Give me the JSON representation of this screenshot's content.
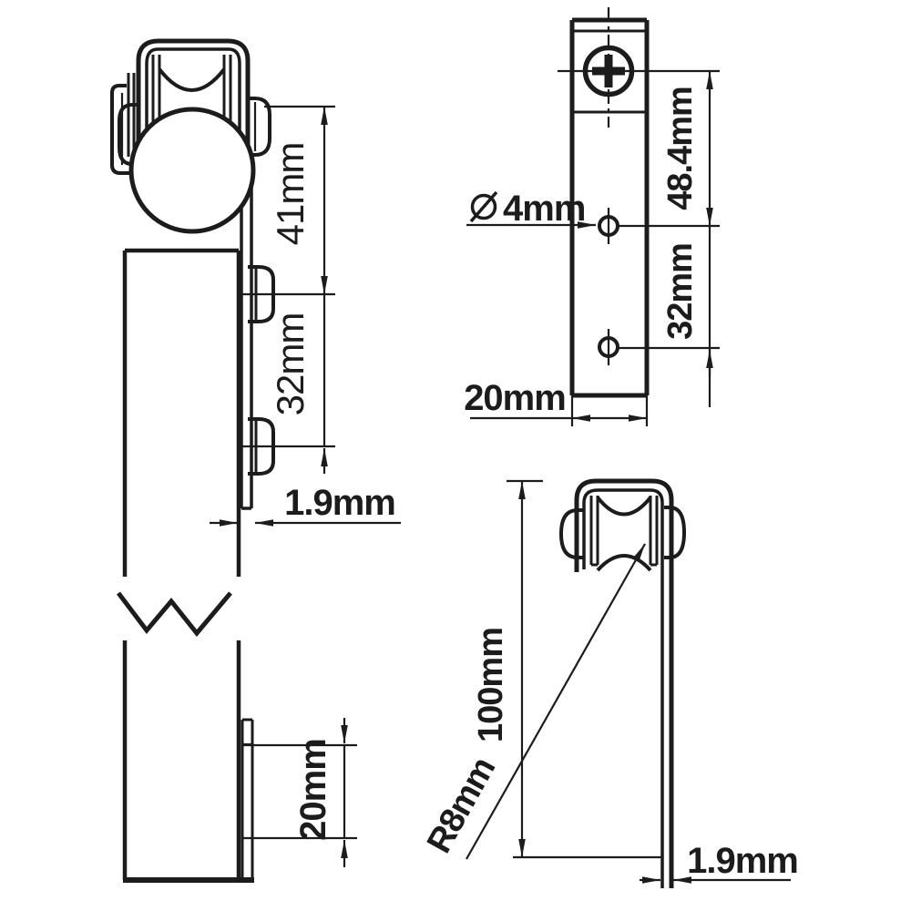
{
  "canvas": {
    "background": "#ffffff",
    "line_color": "#1c1c1c",
    "stripe_color": "#8BA8D8"
  },
  "views": {
    "side_full": {
      "dims": {
        "roller_height": "41mm",
        "bolt_spacing": "32mm",
        "strap_thickness": "1.9mm",
        "plate_length": "20mm"
      }
    },
    "front": {
      "dims": {
        "screw_to_hole": "48.4mm",
        "hole_spacing": "32mm",
        "hole_diameter": "4mm",
        "hole_diameter_symbol": "⌀",
        "strap_width": "20mm"
      }
    },
    "side_top": {
      "dims": {
        "overall_height": "100mm",
        "groove_radius": "R8mm",
        "strap_thickness": "1.9mm"
      }
    }
  }
}
